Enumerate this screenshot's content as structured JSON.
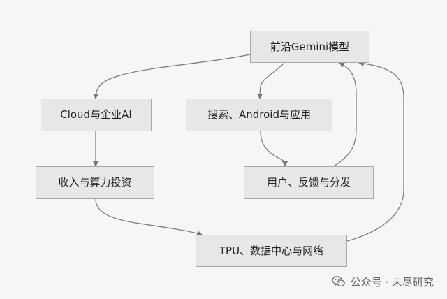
{
  "diagram": {
    "nodes": {
      "frontier": "前沿Gemini模型",
      "cloud": "Cloud与企业AI",
      "search": "搜索、Android与应用",
      "revenue": "收入与算力投资",
      "users": "用户、反馈与分发",
      "tpu": "TPU、数据中心与网络"
    },
    "edges": [
      {
        "from": "frontier",
        "to": "cloud"
      },
      {
        "from": "frontier",
        "to": "search"
      },
      {
        "from": "cloud",
        "to": "revenue"
      },
      {
        "from": "search",
        "to": "users"
      },
      {
        "from": "users",
        "to": "frontier"
      },
      {
        "from": "revenue",
        "to": "tpu"
      },
      {
        "from": "tpu",
        "to": "frontier"
      }
    ]
  },
  "watermark": {
    "text": "公众号 · 未尽研究",
    "icon": "wechat-icon"
  },
  "colors": {
    "background": "#f6f6f6",
    "node_fill": "#e7e7e7",
    "node_border": "#a8a8a8",
    "edge": "#777777"
  }
}
